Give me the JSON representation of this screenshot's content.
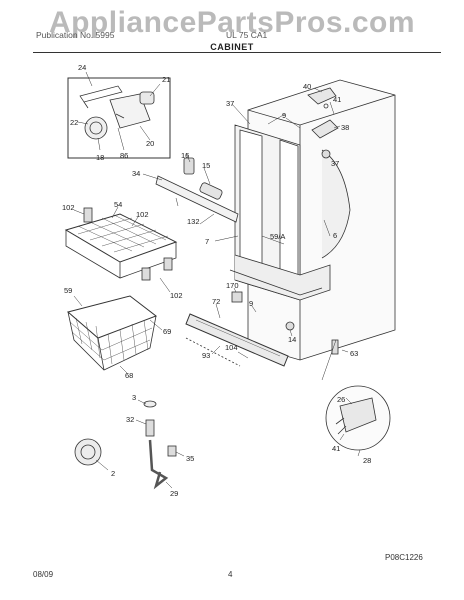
{
  "watermark": "AppliancePartsPros.com",
  "header": {
    "left": "Publication No. 5995",
    "right": "UL 75 CA1"
  },
  "section_title": "CABINET",
  "callouts": {
    "c24": "24",
    "c21": "21",
    "c22": "22",
    "c18": "18",
    "c86": "86",
    "c20": "20",
    "c16": "16",
    "c15": "15",
    "c34": "34",
    "c102a": "102",
    "c54": "54",
    "c102b": "102",
    "c132": "132",
    "c7": "7",
    "c102c": "102",
    "c59": "59",
    "c72": "72",
    "c170": "170",
    "c9a": "9",
    "c69": "69",
    "c93": "93",
    "c104": "104",
    "c68": "68",
    "c14": "14",
    "c63": "63",
    "c3": "3",
    "c32": "32",
    "c2": "2",
    "c35": "35",
    "c29": "29",
    "c37a": "37",
    "c9b": "9",
    "c40": "40",
    "c41a": "41",
    "c38": "38",
    "c37b": "37",
    "c59a": "59/A",
    "c6": "6",
    "c26": "26",
    "c41b": "41",
    "c28": "28"
  },
  "figure_code": "P08C1226",
  "footer": {
    "date": "08/09",
    "page": "4"
  }
}
